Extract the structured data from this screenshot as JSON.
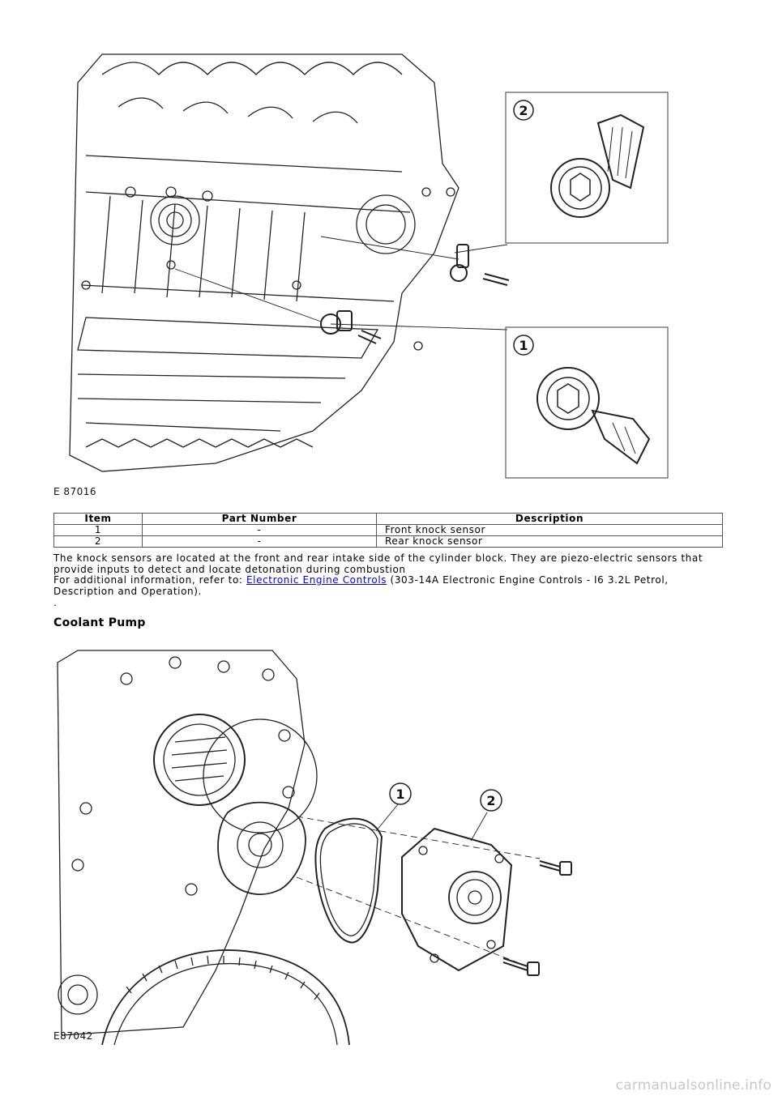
{
  "figure1": {
    "label": "E 87016",
    "callouts": [
      "2",
      "1"
    ]
  },
  "table": {
    "headers": [
      "Item",
      "Part Number",
      "Description"
    ],
    "rows": [
      {
        "item": "1",
        "part_number": "-",
        "description": "Front knock sensor"
      },
      {
        "item": "2",
        "part_number": "-",
        "description": "Rear knock sensor"
      }
    ]
  },
  "body": {
    "paragraph1": "The knock sensors are located at the front and rear intake side of the cylinder block. They are piezo-electric sensors that provide inputs to detect and locate detonation during combustion",
    "ref_prefix": "For additional information, refer to: ",
    "ref_link": "Electronic Engine Controls",
    "ref_suffix": " (303-14A Electronic Engine Controls - I6 3.2L Petrol, Description and Operation).",
    "dot": "."
  },
  "section": {
    "heading": "Coolant Pump"
  },
  "figure2": {
    "label": "E87042",
    "callouts": [
      "1",
      "2"
    ]
  },
  "watermark": "carmanualsonline.info"
}
